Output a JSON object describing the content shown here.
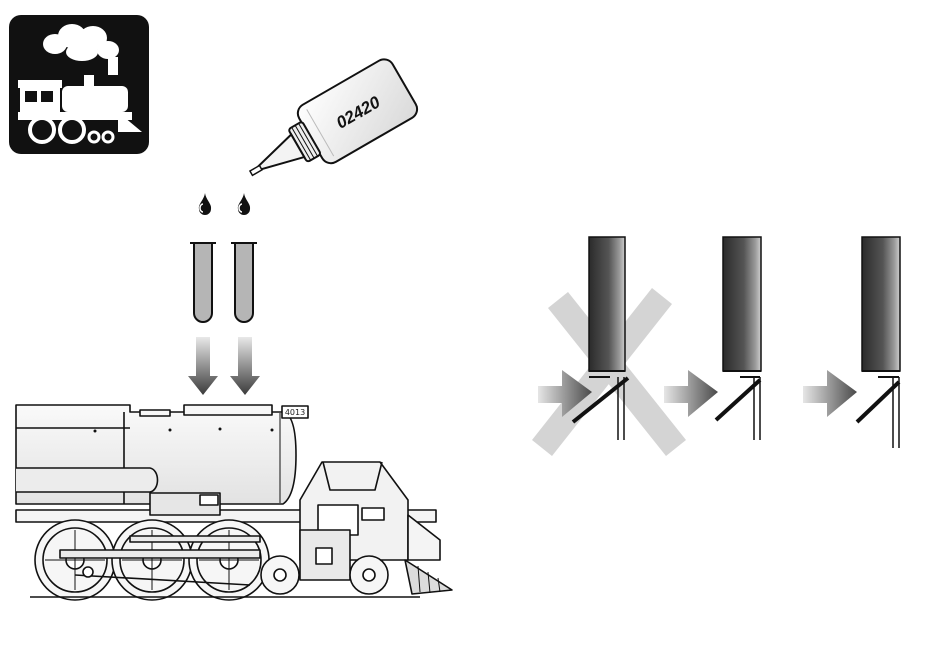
{
  "bottle": {
    "label": "02420",
    "icon": "oil-bottle-icon"
  },
  "locomotive": {
    "number": "4013",
    "icon": "steam-locomotive-icon"
  },
  "badge": {
    "icon": "steam-train-badge-icon"
  },
  "smoke_steps": [
    {
      "id": "wrong",
      "verdict": "incorrect",
      "marker": "cross-out-icon"
    },
    {
      "id": "correct-1",
      "verdict": "correct"
    },
    {
      "id": "correct-2",
      "verdict": "correct"
    }
  ],
  "colors": {
    "ink": "#111111",
    "cross": "#d4d4d4",
    "arrow_dark": "#4a4a4a",
    "arrow_light": "#e6e6e6"
  }
}
